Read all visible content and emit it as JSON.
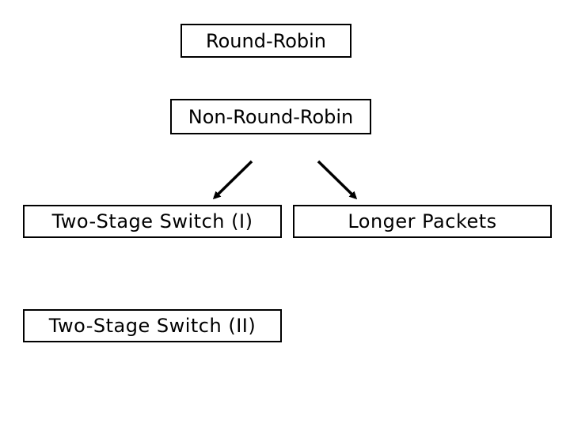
{
  "nodes": {
    "round_robin": "Round-Robin",
    "non_round_robin": "Non-Round-Robin",
    "two_stage_switch_1": "Two-Stage Switch (I)",
    "longer_packets": "Longer Packets",
    "two_stage_switch_2": "Two-Stage Switch (II)"
  },
  "edges": [
    {
      "from": "non_round_robin",
      "to": "two_stage_switch_1"
    },
    {
      "from": "non_round_robin",
      "to": "longer_packets"
    }
  ],
  "colors": {
    "stroke": "#000000",
    "background": "#ffffff"
  }
}
